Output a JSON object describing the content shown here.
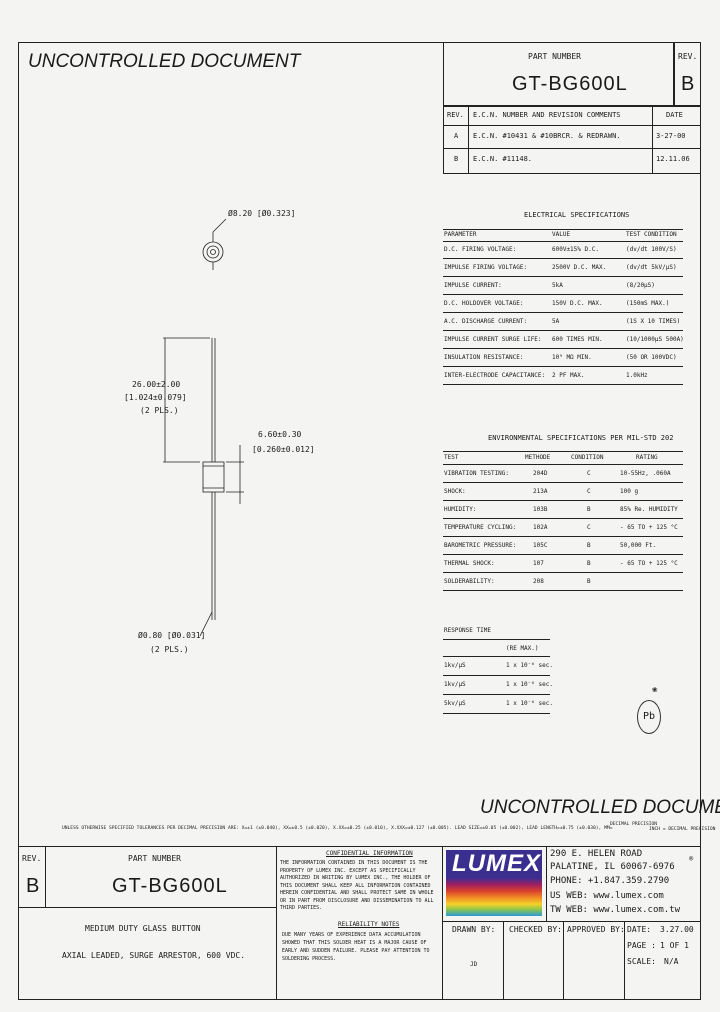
{
  "watermark": "UNCONTROLLED DOCUMENT",
  "title_block": {
    "part_number_label": "PART NUMBER",
    "part_number": "GT-BG600L",
    "rev_label": "REV.",
    "rev": "B"
  },
  "revisions": {
    "headers": [
      "REV.",
      "E.C.N. NUMBER AND REVISION COMMENTS",
      "DATE"
    ],
    "rows": [
      [
        "A",
        "E.C.N. #10431 & #10BRCR. & REDRAWN.",
        "3-27-00"
      ],
      [
        "B",
        "E.C.N. #11148.",
        "12.11.06"
      ]
    ]
  },
  "drawing": {
    "dia_label": "Ø8.20 [Ø0.323]",
    "lead_length": "26.00±2.00",
    "lead_length_in": "[1.024±0.079]",
    "lead_length_note": "(2 PLS.)",
    "body_length": "6.60±0.30",
    "body_length_in": "[0.260±0.012]",
    "lead_dia": "Ø0.80 [Ø0.031]",
    "lead_dia_note": "(2 PLS.)"
  },
  "electrical": {
    "title": "ELECTRICAL SPECIFICATIONS",
    "headers": [
      "PARAMETER",
      "VALUE",
      "TEST CONDITION"
    ],
    "rows": [
      [
        "D.C. FIRING VOLTAGE:",
        "600V±15% D.C.",
        "(dv/dt 100V/S)"
      ],
      [
        "IMPULSE FIRING VOLTAGE:",
        "2500V D.C. MAX.",
        "(dv/dt 5kV/μS)"
      ],
      [
        "IMPULSE CURRENT:",
        "5kA",
        "(8/20μS)"
      ],
      [
        "D.C. HOLDOVER VOLTAGE:",
        "150V D.C. MAX.",
        "(150mS MAX.)"
      ],
      [
        "A.C. DISCHARGE CURRENT:",
        "5A",
        "(1S X 10 TIMES)"
      ],
      [
        "IMPULSE CURRENT SURGE LIFE:",
        "600 TIMES MIN.",
        "(10/1000μS 500A)"
      ],
      [
        "INSULATION RESISTANCE:",
        "10⁹ MΩ MIN.",
        "(50 OR 100VDC)"
      ],
      [
        "INTER-ELECTRODE CAPACITANCE:",
        "2 PF MAX.",
        "1.0kHz"
      ]
    ]
  },
  "environmental": {
    "title": "ENVIRONMENTAL SPECIFICATIONS PER MIL-STD 202",
    "headers": [
      "TEST",
      "METHODE",
      "CONDITION",
      "RATING"
    ],
    "rows": [
      [
        "VIBRATION TESTING:",
        "204D",
        "C",
        "10-55Hz, .060A"
      ],
      [
        "SHOCK:",
        "213A",
        "C",
        "100 g"
      ],
      [
        "HUMIDITY:",
        "103B",
        "B",
        "85% Re. HUMIDITY"
      ],
      [
        "TEMPERATURE CYCLING:",
        "102A",
        "C",
        "- 65 TO + 125 °C"
      ],
      [
        "BAROMETRIC PRESSURE:",
        "105C",
        "B",
        "50,000 Ft."
      ],
      [
        "THERMAL SHOCK:",
        "107",
        "B",
        "- 65 TO + 125 °C"
      ],
      [
        "SOLDERABILITY:",
        "208",
        "B",
        ""
      ]
    ]
  },
  "response": {
    "title": "RESPONSE TIME",
    "header": "(RE MAX.)",
    "rows": [
      [
        "1kv/μS",
        "1 x 10⁻⁶ sec."
      ],
      [
        "1kv/μS",
        "1 x 10⁻⁶ sec."
      ],
      [
        "5kv/μS",
        "1 x 10⁻⁶ sec."
      ]
    ]
  },
  "pb_mark": "Pb",
  "tolerance_note": "UNLESS OTHERWISE SPECIFIED TOLERANCES PER DECIMAL PRECISION ARE: X=±1 (±0.040), XX=±0.5 (±0.020), X.XX=±0.25 (±0.010), X.XXX=±0.127 (±0.005). LEAD SIZE=±0.05 (±0.002), LEAD LENGTH=±0.75 (±0.030), MM=",
  "tolerance_tag": "DECIMAL PRECISION",
  "tolerance_inch": "INCH = DECIMAL PRECISION",
  "confidential": {
    "title": "CONFIDENTIAL INFORMATION",
    "text": "THE INFORMATION CONTAINED IN THIS DOCUMENT IS THE PROPERTY OF LUMEX INC. EXCEPT AS SPECIFICALLY AUTHORIZED IN WRITING BY LUMEX INC., THE HOLDER OF THIS DOCUMENT SHALL KEEP ALL INFORMATION CONTAINED HEREIN CONFIDENTIAL AND SHALL PROTECT SAME IN WHOLE OR IN PART FROM DISCLOSURE AND DISSEMINATION TO ALL THIRD PARTIES."
  },
  "reliability": {
    "title": "RELIABILITY NOTES",
    "text": "DUE MANY YEARS OF EXPERIENCE DATA ACCUMULATION SHOWED THAT THIS SOLDER HEAT IS A MAJOR CAUSE OF EARLY AND SUDDEN FAILURE. PLEASE PAY ATTENTION TO SOLDERING PROCESS."
  },
  "description": {
    "line1": "MEDIUM DUTY GLASS BUTTON",
    "line2": "AXIAL LEADED, SURGE ARRESTOR, 600 VDC."
  },
  "company": {
    "logo_text": "LUMEX",
    "address1": "290 E. HELEN ROAD",
    "address2": "PALATINE, IL 60067-6976",
    "phone": "PHONE: +1.847.359.2790",
    "us_web": "US WEB: www.lumex.com",
    "tw_web": "TW WEB: www.lumex.com.tw"
  },
  "approvals": {
    "drawn_by": "DRAWN BY:",
    "checked_by": "CHECKED BY:",
    "approved_by": "APPROVED BY:",
    "drawn_initials": "JD"
  },
  "meta": {
    "date_label": "DATE:",
    "date": "3.27.00",
    "page_label": "PAGE :",
    "page": "1 OF 1",
    "scale_label": "SCALE:",
    "scale": "N/A"
  }
}
